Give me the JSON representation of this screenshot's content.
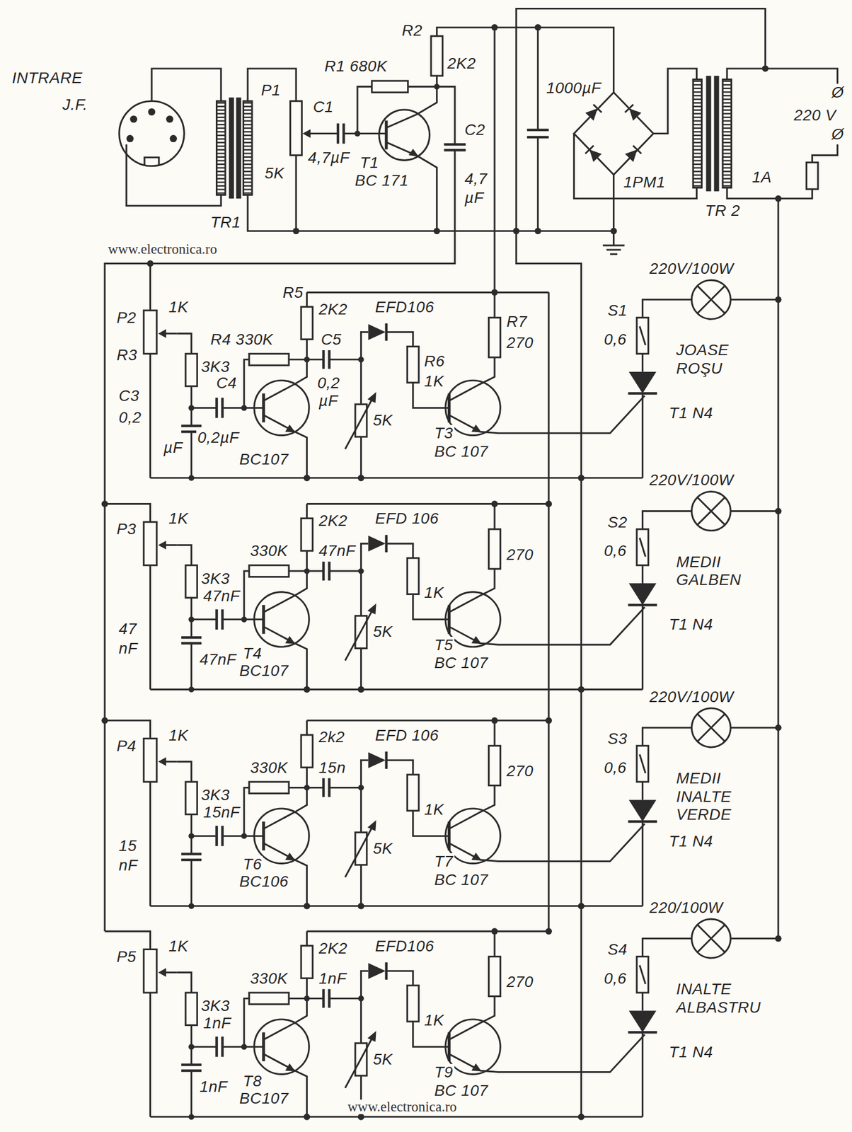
{
  "diagram": {
    "labels": [
      "INTRARE",
      "J.F.",
      "R2",
      "2K2",
      "R1 680K",
      "1000µF",
      "Ø",
      "220 V",
      "Ø",
      "P1",
      "C1",
      "5K",
      "4,7µF",
      "T1",
      "BC 171",
      "C2",
      "4,7",
      "µF",
      "1PM1",
      "1A",
      "TR1",
      "TR 2",
      "www.electronica.ro",
      "220V/100W",
      "P2",
      "1K",
      "R5",
      "2K2",
      "EFD106",
      "R4 330K",
      "C5",
      "R7",
      "270",
      "S1",
      "0,6",
      "JOASE",
      "ROŞU",
      "R3",
      "3K3",
      "C4",
      "0,2",
      "µF",
      "R6",
      "1K",
      "C3",
      "0,2",
      "µF",
      "0,2µF",
      "T3",
      "BC 107",
      "5K",
      "T1 N4",
      "BC107",
      "220V/100W",
      "S2",
      "0,6",
      "P3",
      "1K",
      "2K2",
      "EFD 106",
      "330K",
      "270",
      "47nF",
      "MEDII",
      "GALBEN",
      "3K3",
      "1K",
      "47nF",
      "5K",
      "T1 N4",
      "47",
      "nF",
      "47nF",
      "T4",
      "BC107",
      "T5",
      "BC 107",
      "220V/100W",
      "S3",
      "0,6",
      "P4",
      "1K",
      "2k2",
      "EFD 106",
      "330K",
      "270",
      "MEDII",
      "INALTE",
      "VERDE",
      "3K3",
      "15n",
      "1K",
      "15nF",
      "5K",
      "T1 N4",
      "15",
      "nF",
      "T6",
      "BC106",
      "T7",
      "BC 107",
      "220/100W",
      "S4",
      "0,6",
      "P5",
      "1K",
      "330K",
      "2K2",
      "EFD106",
      "270",
      "INALTE",
      "ALBASTRU",
      "3K3",
      "1nF",
      "1K",
      "1nF",
      "5K",
      "T1 N4",
      "1nF",
      "T8",
      "T9",
      "BC 107",
      "BC107",
      "www.electronica.ro"
    ]
  }
}
